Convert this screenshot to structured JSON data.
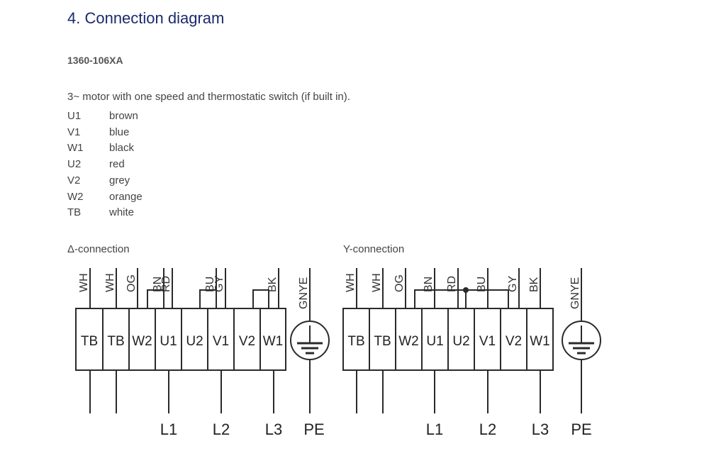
{
  "title": "4.  Connection diagram",
  "model": "1360-106XA",
  "description": "3~ motor with one speed and thermostatic switch (if built in).",
  "wire_colors": [
    {
      "code": "U1",
      "color": "brown"
    },
    {
      "code": "V1",
      "color": "blue"
    },
    {
      "code": "W1",
      "color": "black"
    },
    {
      "code": "U2",
      "color": "red"
    },
    {
      "code": "V2",
      "color": "grey"
    },
    {
      "code": "W2",
      "color": "orange"
    },
    {
      "code": "TB",
      "color": "white"
    }
  ],
  "delta": {
    "caption": "Δ-connection",
    "terminals": [
      "TB",
      "TB",
      "W2",
      "U1",
      "U2",
      "V1",
      "V2",
      "W1"
    ],
    "wire_labels": [
      "WH",
      "WH",
      "OG",
      "BN",
      "RD",
      "BU",
      "GY",
      "BK"
    ],
    "earth_label": "GNYE",
    "line_labels": [
      "L1",
      "L2",
      "L3",
      "PE"
    ]
  },
  "star": {
    "caption": "Y-connection",
    "terminals": [
      "TB",
      "TB",
      "W2",
      "U1",
      "U2",
      "V1",
      "V2",
      "W1"
    ],
    "wire_labels": [
      "WH",
      "WH",
      "OG",
      "BN",
      "RD",
      "BU",
      "GY",
      "BK"
    ],
    "earth_label": "GNYE",
    "line_labels": [
      "L1",
      "L2",
      "L3",
      "PE"
    ]
  }
}
